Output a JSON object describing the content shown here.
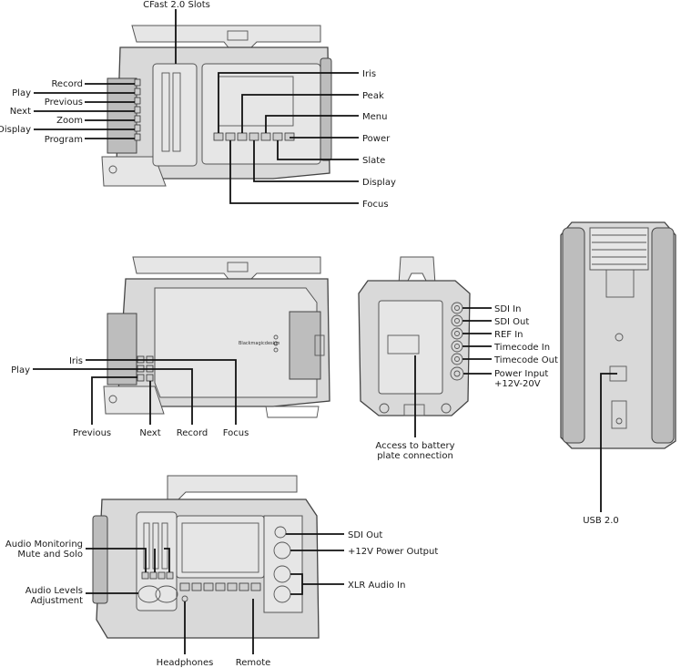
{
  "top_view": {
    "cfast_label": "CFast 2.0 Slots",
    "left_labels": [
      "Record",
      "Play",
      "Previous",
      "Next",
      "Zoom",
      "Display",
      "Program"
    ],
    "right_labels": [
      "Iris",
      "Peak",
      "Menu",
      "Power",
      "Slate",
      "Display",
      "Focus"
    ]
  },
  "side_view": {
    "brand_text": "Blackmagicdesign",
    "labels": {
      "iris": "Iris",
      "play": "Play",
      "previous": "Previous",
      "next": "Next",
      "record": "Record",
      "focus": "Focus"
    }
  },
  "rear_view": {
    "connector_labels": [
      "SDI In",
      "SDI Out",
      "REF In",
      "Timecode In",
      "Timecode Out",
      "Power Input"
    ],
    "power_range": "+12V-20V",
    "battery_label_line1": "Access to battery",
    "battery_label_line2": "plate connection"
  },
  "bottom_view": {
    "usb_label": "USB 2.0"
  },
  "audio_view": {
    "audio_monitoring_line1": "Audio Monitoring",
    "audio_monitoring_line2": "Mute and Solo",
    "audio_levels_line1": "Audio Levels",
    "audio_levels_line2": "Adjustment",
    "headphones": "Headphones",
    "remote": "Remote",
    "sdi_out": "SDI Out",
    "power_output": "+12V Power Output",
    "xlr_audio_in": "XLR Audio In"
  }
}
